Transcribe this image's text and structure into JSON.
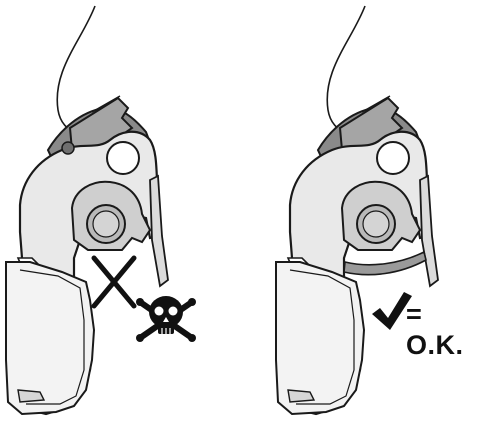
{
  "panels": [
    {
      "id": "incorrect",
      "verdict": "wrong",
      "icons": [
        "cross-icon",
        "skull-crossbones-icon"
      ]
    },
    {
      "id": "correct",
      "verdict": "ok",
      "icons": [
        "checkmark-icon"
      ]
    }
  ],
  "ok_label": "= O.K.",
  "colors": {
    "outline": "#1a1a1a",
    "body_light": "#e9e9e9",
    "body_mid": "#cfcfcf",
    "body_dark": "#8a8a8a",
    "cam": "#b9b9b9",
    "mark": "#111111"
  }
}
